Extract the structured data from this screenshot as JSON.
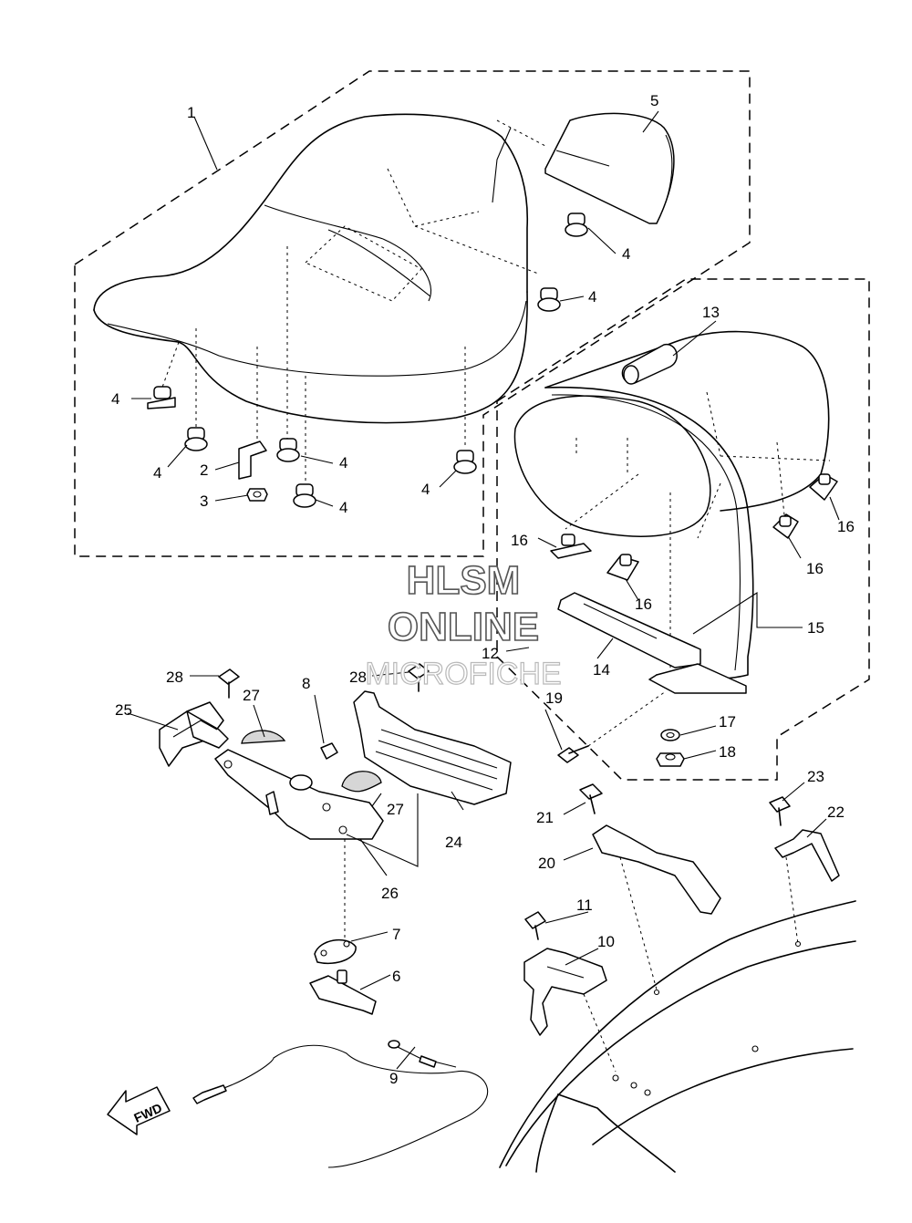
{
  "watermark": {
    "line1": "HLSM",
    "line2": "ONLINE",
    "line3": "MICROFICHE"
  },
  "direction": {
    "label": "FWD"
  },
  "callouts": [
    {
      "id": "1",
      "part": "seat"
    },
    {
      "id": "2",
      "part": "bracket"
    },
    {
      "id": "3",
      "part": "nut"
    },
    {
      "id": "4",
      "part": "damper"
    },
    {
      "id": "4",
      "part": "damper"
    },
    {
      "id": "4",
      "part": "damper"
    },
    {
      "id": "4",
      "part": "damper"
    },
    {
      "id": "4",
      "part": "damper"
    },
    {
      "id": "4",
      "part": "damper"
    },
    {
      "id": "4",
      "part": "damper"
    },
    {
      "id": "5",
      "part": "cover"
    },
    {
      "id": "6",
      "part": "stay"
    },
    {
      "id": "7",
      "part": "plate"
    },
    {
      "id": "8",
      "part": "nut"
    },
    {
      "id": "9",
      "part": "cable"
    },
    {
      "id": "10",
      "part": "lock"
    },
    {
      "id": "11",
      "part": "bolt"
    },
    {
      "id": "12",
      "part": "bolt"
    },
    {
      "id": "13",
      "part": "damper"
    },
    {
      "id": "14",
      "part": "bracket"
    },
    {
      "id": "15",
      "part": "backrest"
    },
    {
      "id": "16",
      "part": "clip"
    },
    {
      "id": "16",
      "part": "clip"
    },
    {
      "id": "16",
      "part": "clip"
    },
    {
      "id": "16",
      "part": "clip"
    },
    {
      "id": "17",
      "part": "washer"
    },
    {
      "id": "18",
      "part": "nut"
    },
    {
      "id": "19",
      "part": "bolt"
    },
    {
      "id": "20",
      "part": "bracket"
    },
    {
      "id": "21",
      "part": "bolt"
    },
    {
      "id": "22",
      "part": "stay"
    },
    {
      "id": "23",
      "part": "bolt"
    },
    {
      "id": "24",
      "part": "guard"
    },
    {
      "id": "25",
      "part": "bracket"
    },
    {
      "id": "26",
      "part": "plate"
    },
    {
      "id": "27",
      "part": "damper"
    },
    {
      "id": "27",
      "part": "damper"
    },
    {
      "id": "28",
      "part": "bolt"
    },
    {
      "id": "28",
      "part": "bolt"
    }
  ]
}
